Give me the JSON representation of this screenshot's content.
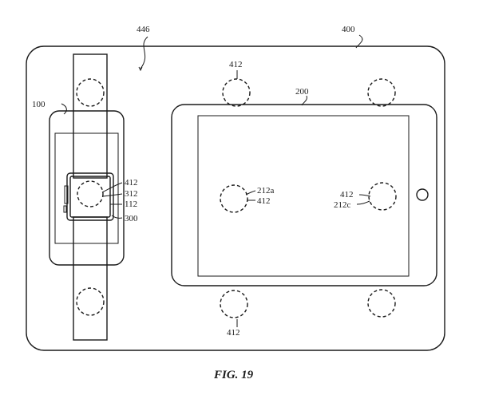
{
  "figure": {
    "caption": "FIG. 19",
    "labels": {
      "mat_curve": "446",
      "mat": "400",
      "phone": "100",
      "tablet": "200",
      "coil_top_left": "412",
      "watch_coil_412": "412",
      "watch_coil_312": "312",
      "watch_coil_112": "112",
      "watch": "300",
      "tablet_coil_left_a": "212a",
      "tablet_coil_left_412": "412",
      "tablet_coil_right_412": "412",
      "tablet_coil_right_c": "212c",
      "coil_bottom": "412"
    }
  }
}
